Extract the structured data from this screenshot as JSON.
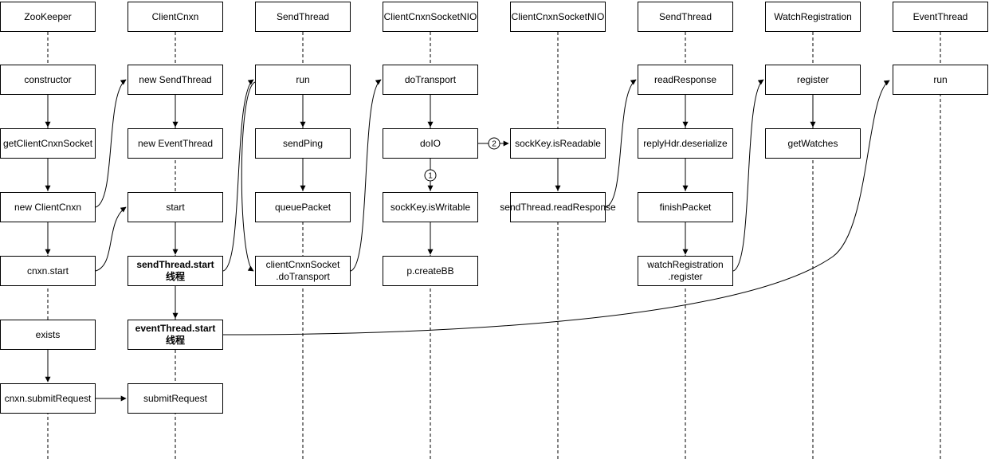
{
  "diagram": {
    "colors": {
      "stroke": "#000000",
      "background": "#ffffff",
      "box_fill": "#ffffff",
      "text": "#000000"
    },
    "columns": [
      {
        "id": "zookeeper",
        "label": "ZooKeeper"
      },
      {
        "id": "clientcnxn",
        "label": "ClientCnxn"
      },
      {
        "id": "sendthread",
        "label": "SendThread"
      },
      {
        "id": "clientcnxnsocketnio-1",
        "label": "ClientCnxnSocketNIO"
      },
      {
        "id": "clientcnxnsocketnio-2",
        "label": "ClientCnxnSocketNIO"
      },
      {
        "id": "sendthread-2",
        "label": "SendThread"
      },
      {
        "id": "watchregistration",
        "label": "WatchRegistration"
      },
      {
        "id": "eventthread",
        "label": "EventThread"
      }
    ],
    "nodes": [
      {
        "id": "zk-constructor",
        "col": 0,
        "row": 1,
        "lines": [
          "constructor"
        ]
      },
      {
        "id": "zk-getclientcnxnsocket",
        "col": 0,
        "row": 2,
        "lines": [
          "getClientCnxnSocket"
        ]
      },
      {
        "id": "zk-newclientcnxn",
        "col": 0,
        "row": 3,
        "lines": [
          "new ClientCnxn"
        ]
      },
      {
        "id": "zk-cnxnstart",
        "col": 0,
        "row": 4,
        "lines": [
          "cnxn.start"
        ]
      },
      {
        "id": "zk-exists",
        "col": 0,
        "row": 5,
        "lines": [
          "exists"
        ]
      },
      {
        "id": "zk-cnxnsubmitrequest",
        "col": 0,
        "row": 6,
        "lines": [
          "cnxn.submitRequest"
        ]
      },
      {
        "id": "cc-newsendthread",
        "col": 1,
        "row": 1,
        "lines": [
          "new SendThread"
        ]
      },
      {
        "id": "cc-neweventthread",
        "col": 1,
        "row": 2,
        "lines": [
          "new EventThread"
        ]
      },
      {
        "id": "cc-start",
        "col": 1,
        "row": 3,
        "lines": [
          "start"
        ]
      },
      {
        "id": "cc-sendthreadstart",
        "col": 1,
        "row": 4,
        "lines": [
          "sendThread.start",
          "线程"
        ],
        "bold": true
      },
      {
        "id": "cc-eventthreadstart",
        "col": 1,
        "row": 5,
        "lines": [
          "eventThread.start",
          "线程"
        ],
        "bold": true
      },
      {
        "id": "cc-submitrequest",
        "col": 1,
        "row": 6,
        "lines": [
          "submitRequest"
        ]
      },
      {
        "id": "st-run",
        "col": 2,
        "row": 1,
        "lines": [
          "run"
        ]
      },
      {
        "id": "st-sendping",
        "col": 2,
        "row": 2,
        "lines": [
          "sendPing"
        ]
      },
      {
        "id": "st-queuepacket",
        "col": 2,
        "row": 3,
        "lines": [
          "queuePacket"
        ]
      },
      {
        "id": "st-clientcnxnsocketdotransport",
        "col": 2,
        "row": 4,
        "lines": [
          "clientCnxnSocket",
          ".doTransport"
        ]
      },
      {
        "id": "nio-dotransport",
        "col": 3,
        "row": 1,
        "lines": [
          "doTransport"
        ]
      },
      {
        "id": "nio-doio",
        "col": 3,
        "row": 2,
        "lines": [
          "doIO"
        ]
      },
      {
        "id": "nio-sockkeyiswritable",
        "col": 3,
        "row": 3,
        "lines": [
          "sockKey.isWritable"
        ]
      },
      {
        "id": "nio-pcreatebb",
        "col": 3,
        "row": 4,
        "lines": [
          "p.createBB"
        ]
      },
      {
        "id": "nio2-sockkeyisreadable",
        "col": 4,
        "row": 2,
        "lines": [
          "sockKey.isReadable"
        ]
      },
      {
        "id": "nio2-sendthreadreadresponse",
        "col": 4,
        "row": 3,
        "lines": [
          "sendThread.readResponse"
        ]
      },
      {
        "id": "st2-readresponse",
        "col": 5,
        "row": 1,
        "lines": [
          "readResponse"
        ]
      },
      {
        "id": "st2-replyhdrdeserialize",
        "col": 5,
        "row": 2,
        "lines": [
          "replyHdr.deserialize"
        ]
      },
      {
        "id": "st2-finishpacket",
        "col": 5,
        "row": 3,
        "lines": [
          "finishPacket"
        ]
      },
      {
        "id": "st2-watchregistrationregister",
        "col": 5,
        "row": 4,
        "lines": [
          "watchRegistration",
          ".register"
        ]
      },
      {
        "id": "wr-register",
        "col": 6,
        "row": 1,
        "lines": [
          "register"
        ]
      },
      {
        "id": "wr-getwatches",
        "col": 6,
        "row": 2,
        "lines": [
          "getWatches"
        ]
      },
      {
        "id": "et-run",
        "col": 7,
        "row": 1,
        "lines": [
          "run"
        ]
      }
    ],
    "edges": [
      {
        "from": "zk-constructor",
        "to": "zk-getclientcnxnsocket",
        "type": "v"
      },
      {
        "from": "zk-getclientcnxnsocket",
        "to": "zk-newclientcnxn",
        "type": "v"
      },
      {
        "from": "zk-newclientcnxn",
        "to": "zk-cnxnstart",
        "type": "v"
      },
      {
        "from": "zk-exists",
        "to": "zk-cnxnsubmitrequest",
        "type": "v"
      },
      {
        "from": "cc-newsendthread",
        "to": "cc-neweventthread",
        "type": "v"
      },
      {
        "from": "cc-start",
        "to": "cc-sendthreadstart",
        "type": "v"
      },
      {
        "from": "cc-sendthreadstart",
        "to": "cc-eventthreadstart",
        "type": "v"
      },
      {
        "from": "st-run",
        "to": "st-sendping",
        "type": "v"
      },
      {
        "from": "st-sendping",
        "to": "st-queuepacket",
        "type": "v"
      },
      {
        "from": "nio-dotransport",
        "to": "nio-doio",
        "type": "v"
      },
      {
        "from": "nio-doio",
        "to": "nio-sockkeyiswritable",
        "type": "v",
        "badge": "1"
      },
      {
        "from": "nio-sockkeyiswritable",
        "to": "nio-pcreatebb",
        "type": "v"
      },
      {
        "from": "nio2-sockkeyisreadable",
        "to": "nio2-sendthreadreadresponse",
        "type": "v"
      },
      {
        "from": "st2-readresponse",
        "to": "st2-replyhdrdeserialize",
        "type": "v"
      },
      {
        "from": "st2-replyhdrdeserialize",
        "to": "st2-finishpacket",
        "type": "v"
      },
      {
        "from": "st2-finishpacket",
        "to": "st2-watchregistrationregister",
        "type": "v"
      },
      {
        "from": "wr-register",
        "to": "wr-getwatches",
        "type": "v"
      },
      {
        "from": "nio-doio",
        "to": "nio2-sockkeyisreadable",
        "type": "h",
        "badge": "2"
      },
      {
        "from": "zk-cnxnsubmitrequest",
        "to": "cc-submitrequest",
        "type": "h"
      },
      {
        "from": "zk-newclientcnxn",
        "to": "cc-newsendthread",
        "type": "s"
      },
      {
        "from": "zk-cnxnstart",
        "to": "cc-start",
        "type": "s"
      },
      {
        "from": "cc-sendthreadstart",
        "to": "st-run",
        "type": "s"
      },
      {
        "from": "st-run",
        "to": "st-clientcnxnsocketdotransport",
        "type": "sl"
      },
      {
        "from": "st-clientcnxnsocketdotransport",
        "to": "nio-dotransport",
        "type": "s"
      },
      {
        "from": "nio2-sendthreadreadresponse",
        "to": "st2-readresponse",
        "type": "s"
      },
      {
        "from": "st2-watchregistrationregister",
        "to": "wr-register",
        "type": "s"
      },
      {
        "from": "cc-eventthreadstart",
        "to": "et-run",
        "type": "long"
      }
    ]
  }
}
